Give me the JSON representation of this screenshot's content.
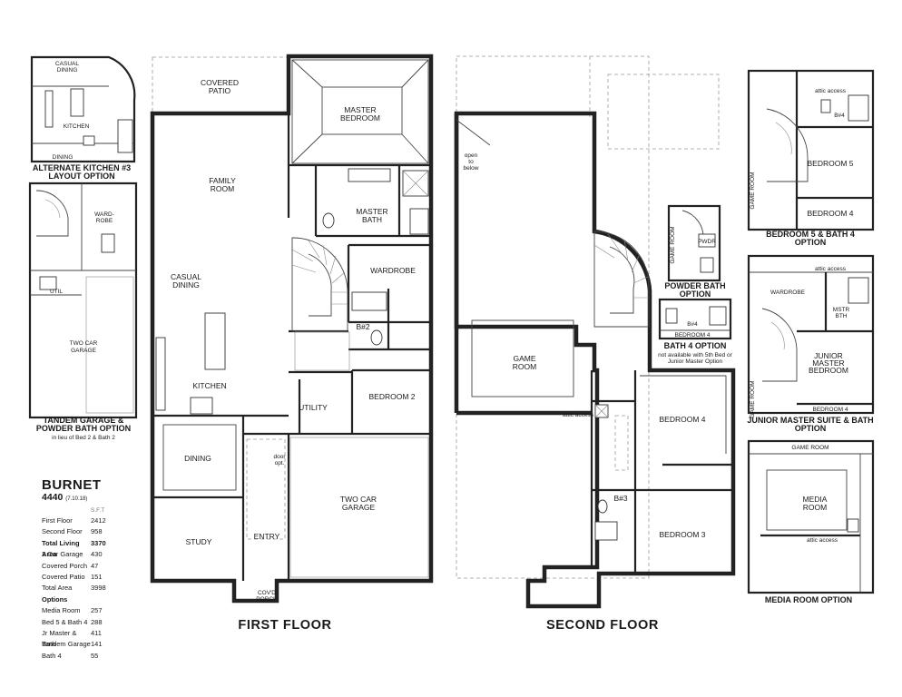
{
  "plan": {
    "first_floor": {
      "title": "FIRST FLOOR",
      "rooms": {
        "covered_patio": [
          "COVERED",
          "PATIO"
        ],
        "master_bedroom": [
          "MASTER",
          "BEDROOM"
        ],
        "family_room": [
          "FAMILY",
          "ROOM"
        ],
        "master_bath": [
          "MASTER",
          "BATH"
        ],
        "casual_dining": [
          "CASUAL",
          "DINING"
        ],
        "wardrobe": "WARDROBE",
        "bath2": "B#2",
        "kitchen": "KITCHEN",
        "bedroom2": "BEDROOM 2",
        "utility": "UTILITY",
        "dining": "DINING",
        "two_car_garage": [
          "TWO CAR",
          "GARAGE"
        ],
        "study": "STUDY",
        "entry": "ENTRY",
        "covd_porch": [
          "COV'D",
          "PORCH"
        ],
        "door_opt": [
          "door",
          "opt."
        ]
      }
    },
    "second_floor": {
      "title": "SECOND FLOOR",
      "rooms": {
        "game_room": [
          "GAME",
          "ROOM"
        ],
        "bedroom4": "BEDROOM 4",
        "bath3": "B#3",
        "bedroom3": "BEDROOM 3",
        "open_to_below": [
          "open",
          "to",
          "below"
        ],
        "attic_access": "attic access"
      }
    }
  },
  "options": {
    "alt_kitchen": {
      "caption": [
        "ALTERNATE KITCHEN #3",
        "LAYOUT OPTION"
      ],
      "rooms": {
        "casual_dining": [
          "CASUAL",
          "DINING"
        ],
        "kitchen": "KITCHEN",
        "dining": "DINING"
      }
    },
    "tandem_garage": {
      "caption": [
        "TANDEM GARAGE &",
        "POWDER BATH OPTION"
      ],
      "note": "in lieu of Bed 2 & Bath 2",
      "rooms": {
        "wardrobe": [
          "WARD-",
          "ROBE"
        ],
        "util": "UTIL",
        "two_car_garage": [
          "TWO CAR",
          "GARAGE"
        ]
      }
    },
    "powder_bath": {
      "caption": [
        "POWDER BATH",
        "OPTION"
      ],
      "rooms": {
        "game_room": "GAME ROOM",
        "pwdr": "PWDR"
      }
    },
    "bath4": {
      "caption": "BATH 4 OPTION",
      "note": [
        "not available with 5th Bed or",
        "Junior Master Option"
      ],
      "rooms": {
        "b4": "B#4",
        "bedroom4": "BEDROOM 4"
      }
    },
    "bed5_bath4": {
      "caption": [
        "BEDROOM 5 & BATH 4",
        "OPTION"
      ],
      "rooms": {
        "b4": "B#4",
        "bedroom5": "BEDROOM 5",
        "bedroom4": "BEDROOM 4",
        "game_room": "GAME ROOM",
        "attic_access": "attic access"
      }
    },
    "jr_master": {
      "caption": [
        "JUNIOR MASTER SUITE & BATH",
        "OPTION"
      ],
      "rooms": {
        "wardrobe": "WARDROBE",
        "mstr_bth": [
          "MSTR",
          "BTH"
        ],
        "jr_master_bedroom": [
          "JUNIOR",
          "MASTER",
          "BEDROOM"
        ],
        "bedroom4": "BEDROOM 4",
        "game_room": "GAME ROOM",
        "attic_access": "attic access"
      }
    },
    "media_room": {
      "caption": "MEDIA ROOM OPTION",
      "rooms": {
        "game_room": "GAME ROOM",
        "media_room": [
          "MEDIA",
          "ROOM"
        ],
        "attic_access": "attic access"
      }
    }
  },
  "area_table": {
    "title": "BURNET",
    "number": "4440",
    "date": "(7.10.18)",
    "unit_header": "S.F.T",
    "rows": [
      {
        "label": "First Floor",
        "value": "2412",
        "bold": false
      },
      {
        "label": "Second Floor",
        "value": "958",
        "bold": false
      },
      {
        "label": "Total Living Area",
        "value": "3370",
        "bold": true
      },
      {
        "label": "2 Car Garage",
        "value": "430",
        "bold": false
      },
      {
        "label": "Covered Porch",
        "value": "47",
        "bold": false
      },
      {
        "label": "Covered Patio",
        "value": "151",
        "bold": false
      },
      {
        "label": "Total Area",
        "value": "3998",
        "bold": false
      }
    ],
    "options_header": "Options",
    "options": [
      {
        "label": "Media Room",
        "value": "257"
      },
      {
        "label": "Bed 5 & Bath 4",
        "value": "288"
      },
      {
        "label": "Jr Master & Bath",
        "value": "411"
      },
      {
        "label": "Tandem Garage",
        "value": "141"
      },
      {
        "label": "Bath 4",
        "value": "55"
      }
    ]
  }
}
